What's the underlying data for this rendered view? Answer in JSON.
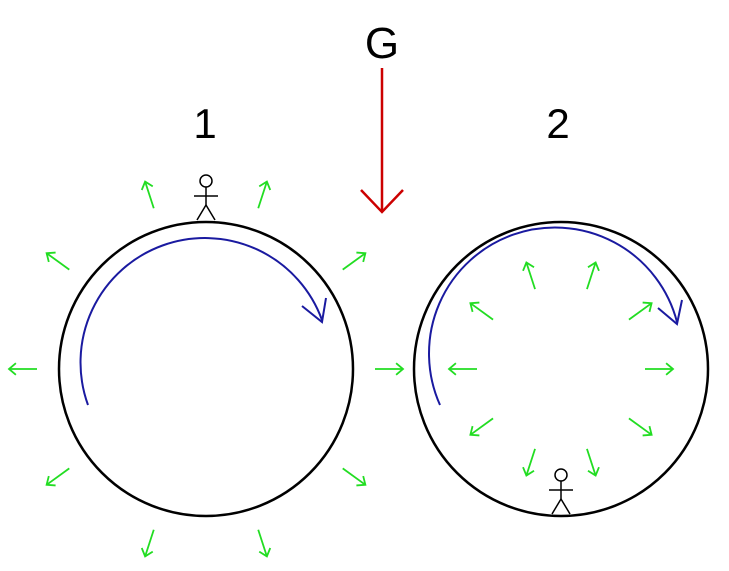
{
  "labels": {
    "gravity": "G",
    "station_1": "1",
    "station_2": "2"
  },
  "colors": {
    "background": "#ffffff",
    "ring": "#000000",
    "rotation_arrow": "#1a1aa0",
    "force_arrows": "#22dd22",
    "gravity_arrow": "#cc0000",
    "figure": "#000000"
  },
  "icons": {
    "person": "stick-figure-icon",
    "force": "arrow-icon",
    "rotation": "curved-arrow-icon",
    "gravity": "arrow-down-icon"
  },
  "force_directions": {
    "station_1": "outward",
    "station_2": "outward"
  },
  "force_arrow_count": {
    "station_1": 10,
    "station_2": 10
  }
}
